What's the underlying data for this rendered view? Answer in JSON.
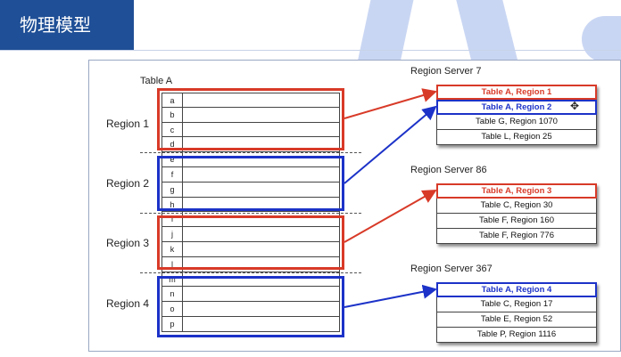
{
  "slide": {
    "title": "物理模型"
  },
  "table_a": {
    "label": "Table A",
    "keys": [
      "a",
      "b",
      "c",
      "d",
      "e",
      "f",
      "g",
      "h",
      "i",
      "j",
      "k",
      "l",
      "m",
      "n",
      "o",
      "p"
    ],
    "regions": [
      {
        "label": "Region 1",
        "color": "#d83a28"
      },
      {
        "label": "Region 2",
        "color": "#1c32c8"
      },
      {
        "label": "Region 3",
        "color": "#d83a28"
      },
      {
        "label": "Region 4",
        "color": "#1c32c8"
      }
    ]
  },
  "servers": [
    {
      "label": "Region Server 7",
      "rows": [
        {
          "text": "Table A, Region 1",
          "style": "red"
        },
        {
          "text": "Table A, Region 2",
          "style": "blue"
        },
        {
          "text": "Table G, Region 1070",
          "style": ""
        },
        {
          "text": "Table L, Region 25",
          "style": ""
        }
      ]
    },
    {
      "label": "Region Server 86",
      "rows": [
        {
          "text": "Table A, Region 3",
          "style": "red"
        },
        {
          "text": "Table C, Region 30",
          "style": ""
        },
        {
          "text": "Table F, Region 160",
          "style": ""
        },
        {
          "text": "Table F, Region 776",
          "style": ""
        }
      ]
    },
    {
      "label": "Region Server 367",
      "rows": [
        {
          "text": "Table A, Region 4",
          "style": "blue"
        },
        {
          "text": "Table C, Region 17",
          "style": ""
        },
        {
          "text": "Table E, Region 52",
          "style": ""
        },
        {
          "text": "Table P, Region 1116",
          "style": ""
        }
      ]
    }
  ],
  "colors": {
    "accent": "#1f4f96",
    "red": "#d83a28",
    "blue": "#1c32c8",
    "watermark": "#c9d6f3"
  }
}
